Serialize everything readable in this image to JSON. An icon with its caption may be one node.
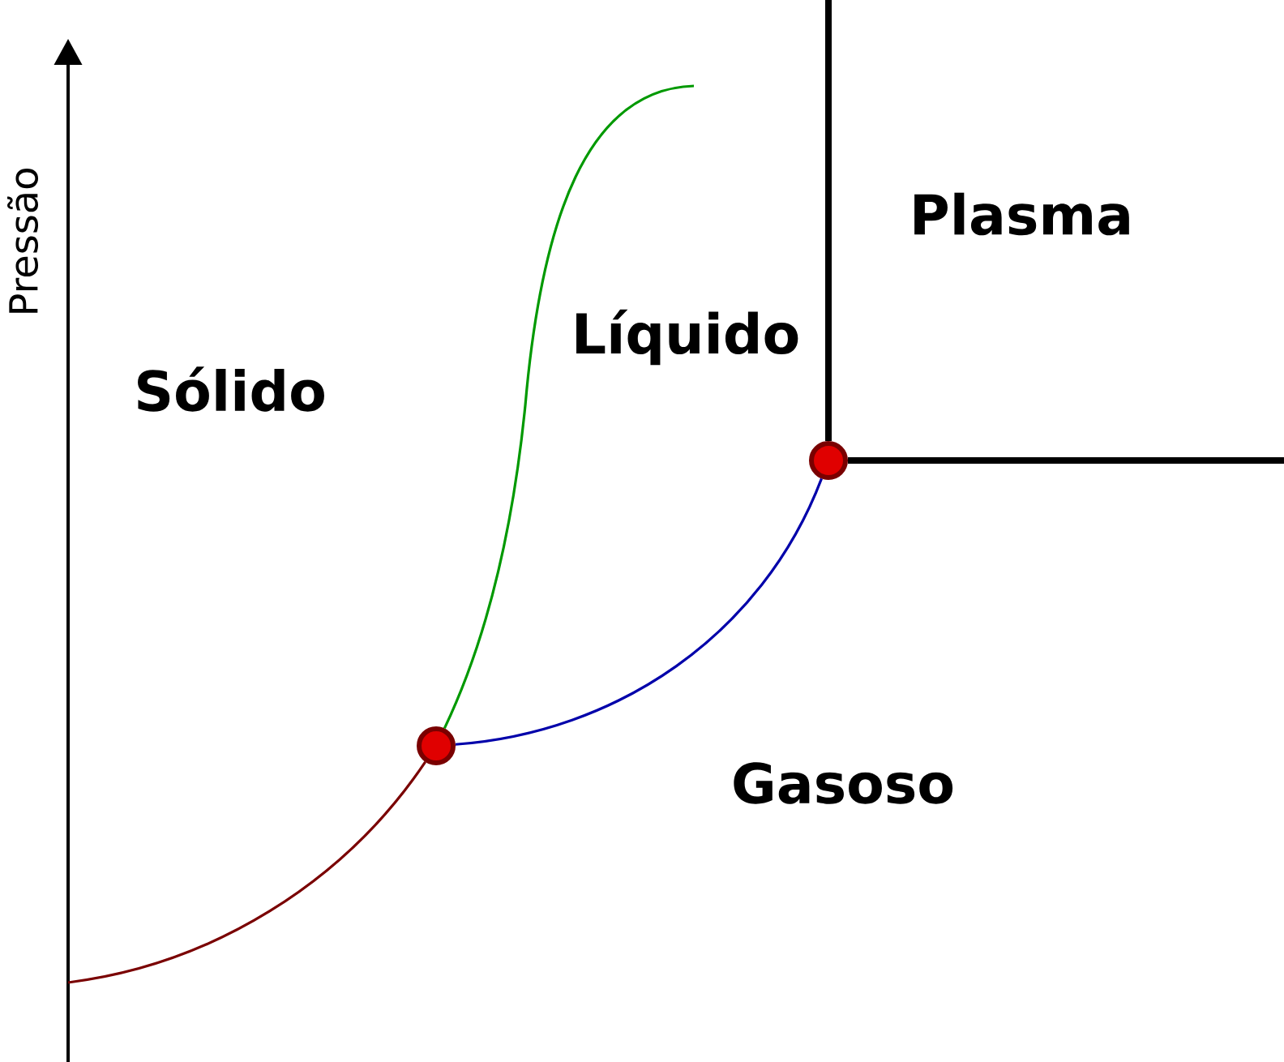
{
  "diagram": {
    "nodes": [
      {
        "text": [],
        "shape": "circle"
      },
      {
        "text": [],
        "shape": "circle"
      }
    ],
    "edges": [
      {
        "from": null,
        "to": 0,
        "arrow": "none",
        "color": "#7a0000"
      },
      {
        "from": 0,
        "to": null,
        "arrow": "none",
        "color": "#009900"
      },
      {
        "from": 0,
        "to": 1,
        "arrow": "none",
        "color": "#0000aa"
      },
      {
        "from": 1,
        "to": null,
        "arrow": "none",
        "style": "thick"
      },
      {
        "from": 1,
        "to": null,
        "arrow": "none",
        "style": "thick"
      }
    ],
    "labels": [
      "Pressão",
      "Sólido",
      "Líquido",
      "Plasma",
      "Gasoso"
    ]
  }
}
